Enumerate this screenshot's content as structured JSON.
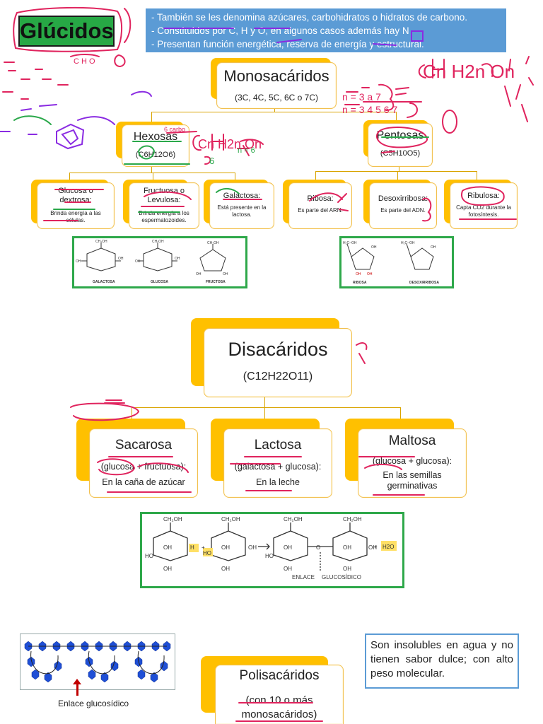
{
  "title": "Glúcidos",
  "info": [
    "- También se les denomina azúcares, carbohidratos o hidratos de carbono.",
    "- Constituidos por C, H y O, en algunos casos además hay N",
    "- Presentan función energética, reserva de energía y estructural."
  ],
  "monosacaridos": {
    "title": "Monosacáridos",
    "subtitle": "(3C, 4C, 5C, 6C o 7C)"
  },
  "hexosas": {
    "title": "Hexosas",
    "formula": "(C6H12O6)"
  },
  "pentosas": {
    "title": "Pentosas",
    "formula": "(C5H10O5)"
  },
  "hexosas_items": [
    {
      "name": "Glucosa o dextrosa:",
      "desc": "Brinda energía a las células."
    },
    {
      "name": "Fructuosa o Levulosa:",
      "desc": "Brinda energía a los espermatozoides."
    },
    {
      "name": "Galactosa:",
      "desc": "Está presente en la lactosa."
    }
  ],
  "pentosas_items": [
    {
      "name": "Ribosa:",
      "desc": "Es parte del ARN."
    },
    {
      "name": "Desoxirribosa:",
      "desc": "Es parte del ADN."
    },
    {
      "name": "Ribulosa:",
      "desc": "Capta CO2 durante la fotosíntesis."
    }
  ],
  "hex_struct_labels": [
    "GALACTOSA",
    "GLUCOSA",
    "FRUCTOSA"
  ],
  "pent_struct_labels": [
    "RIBOSA",
    "DESOXIRRIBOSA"
  ],
  "disacaridos": {
    "title": "Disacáridos",
    "formula": "(C12H22O11)"
  },
  "disacaridos_items": [
    {
      "name": "Sacarosa",
      "comp": "(glucosa + fructuosa):",
      "desc": "En la caña de azúcar"
    },
    {
      "name": "Lactosa",
      "comp": "(galactosa + glucosa):",
      "desc": "En la leche"
    },
    {
      "name": "Maltosa",
      "comp": "(glucosa + glucosa):",
      "desc": "En las semillas germinativas"
    }
  ],
  "reaction": {
    "water": "H2O",
    "bond_label_1": "ENLACE",
    "bond_label_2": "GLUCOSÍDICO"
  },
  "polisacaridos": {
    "title": "Polisacáridos",
    "subtitle": "(con 10 o más monosacáridos)"
  },
  "chain_label": "Enlace glucosídico",
  "insoluble_note": "Son insolubles en agua y no tienen sabor dulce; con alto peso molecular.",
  "handwriting": {
    "formula_general": "Cn H2n On",
    "n_values_1": "n = 3 a 7",
    "n_values_2": "n = 3 4 5 6 7",
    "carbons_6": "6 carbo",
    "hex_formula": "Cn H2n On",
    "n6": "n = 6",
    "six": "6",
    "c_h_o": "C H O"
  },
  "colors": {
    "accent_orange": "#ffc000",
    "green": "#2ea84a",
    "info_blue": "#5b9bd5",
    "ink": "#e0245e"
  }
}
